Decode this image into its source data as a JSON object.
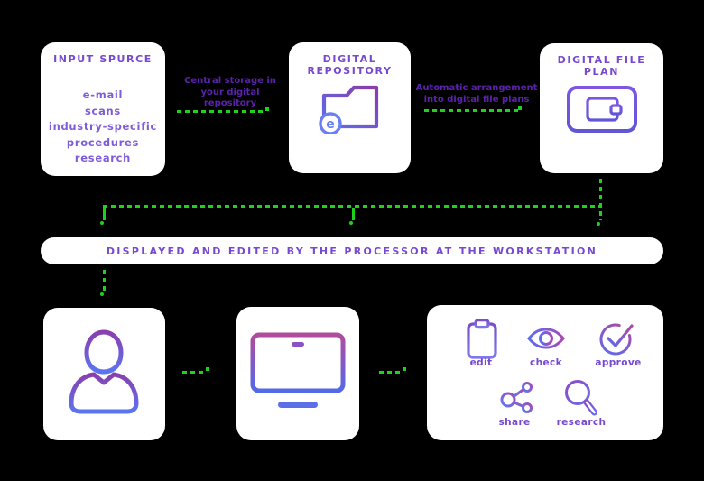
{
  "colors": {
    "background": "#000000",
    "green": "#1dd11d",
    "title_purple": "#7749cf",
    "list_purple": "#7e5cd9",
    "label_purple": "#5a22aa"
  },
  "top_row": {
    "input_source": {
      "title": "INPUT SPURCE",
      "items": [
        "e-mail",
        "scans",
        "industry-specific",
        "procedures",
        "research"
      ]
    },
    "digital_repository": {
      "title": "DIGITAL REPOSITORY",
      "icon": "e-folder-icon"
    },
    "digital_file_plan": {
      "title": "DIGITAL FILE PLAN",
      "icon": "laptop-file-plan-icon"
    }
  },
  "flow_labels": {
    "to_repository": "Central storage in your digital repository",
    "to_file_plan": "Automatic arrangement into digital file plans"
  },
  "workstation_bar": {
    "text": "DISPLAYED AND EDITED BY THE PROCESSOR AT THE WORKSTATION"
  },
  "bottom_row": {
    "processor_icon": "person-icon",
    "workstation_icon": "monitor-icon",
    "actions": {
      "edit": "edit",
      "check": "check",
      "approve": "approve",
      "share": "share",
      "research": "research"
    }
  }
}
